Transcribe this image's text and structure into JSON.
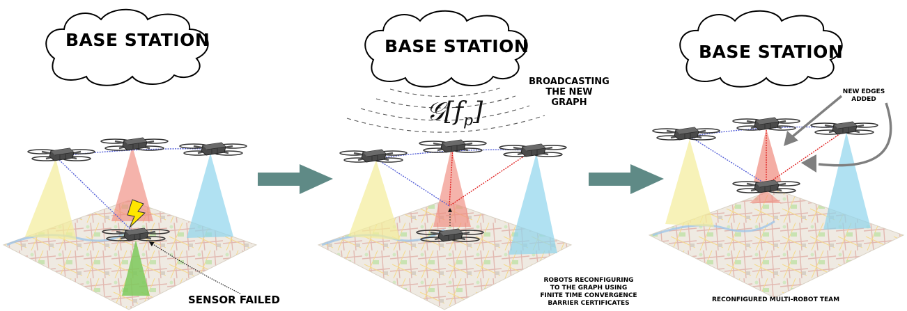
{
  "panels": [
    {
      "base_station": "BASE STATION",
      "caption": "SENSOR FAILED"
    },
    {
      "base_station": "BASE STATION",
      "broadcast": "BROADCASTING\nTHE NEW\nGRAPH",
      "math": "𝒢[f",
      "math_sub": "p",
      "math_close": "]",
      "caption": "ROBOTS RECONFIGURING\nTO THE GRAPH USING\nFINITE TIME CONVERGENCE\nBARRIER CERTIFICATES"
    },
    {
      "base_station": "BASE STATION",
      "annotation": "NEW EDGES\nADDED",
      "caption": "RECONFIGURED MULTI-ROBOT TEAM"
    }
  ],
  "colors": {
    "arrow": "#5f8a86",
    "cone_yellow": "#f3ec9a",
    "cone_red": "#f08a7e",
    "cone_blue": "#8fd4ec",
    "cone_green": "#7cc95a",
    "edge_blue": "#5560d8",
    "edge_red": "#e02020",
    "drone": "#4a4a4a"
  }
}
